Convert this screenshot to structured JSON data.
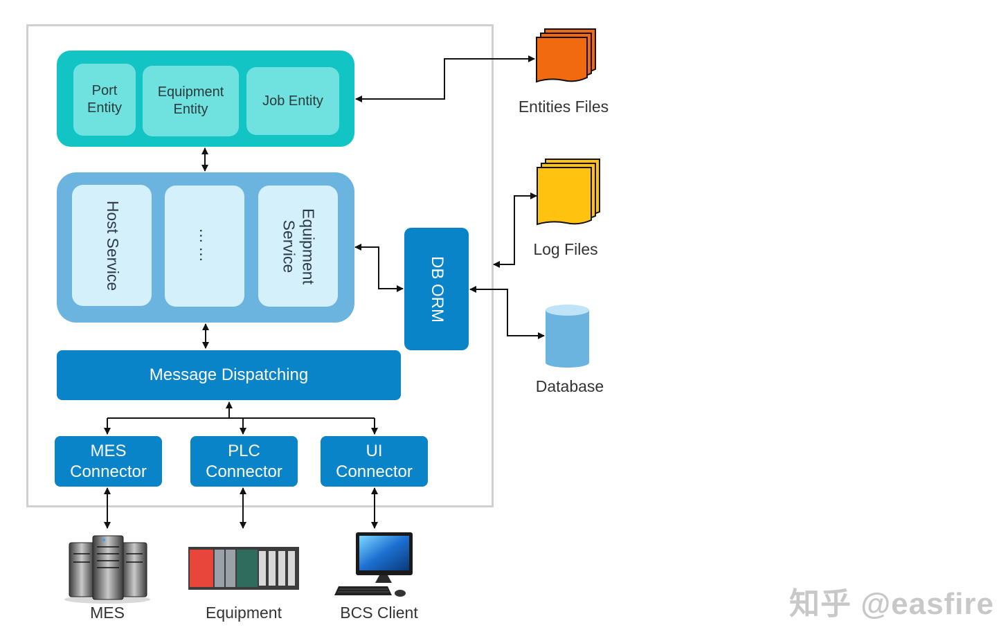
{
  "entities": {
    "port_entity": "Port Entity",
    "equipment_entity": "Equipment Entity",
    "job_entity": "Job Entity"
  },
  "services": {
    "host_service": "Host Service",
    "ellipsis": "……",
    "equipment_service": "Equipment Service"
  },
  "message_dispatching": "Message Dispatching",
  "db_orm": "DB ORM",
  "connectors": {
    "mes": "MES Connector",
    "plc": "PLC Connector",
    "ui": "UI Connector"
  },
  "storage": {
    "entities_files": "Entities Files",
    "log_files": "Log Files",
    "database": "Database"
  },
  "clients": {
    "mes": "MES",
    "equipment": "Equipment",
    "bcs_client": "BCS Client"
  },
  "watermark": "知乎 @easfire",
  "colors": {
    "entity_panel": "#12c4c4",
    "entity_box": "#6fe2e0",
    "service_panel": "#6bb4e0",
    "service_box": "#d4f0fb",
    "primary_blue": "#0a84c9",
    "entities_files": "#f26a10",
    "log_files": "#ffc20e",
    "database": "#6bb4e0"
  },
  "icons": [
    "server-rack-icon",
    "plc-module-icon",
    "desktop-computer-icon",
    "document-stack-icon",
    "database-cylinder-icon"
  ]
}
